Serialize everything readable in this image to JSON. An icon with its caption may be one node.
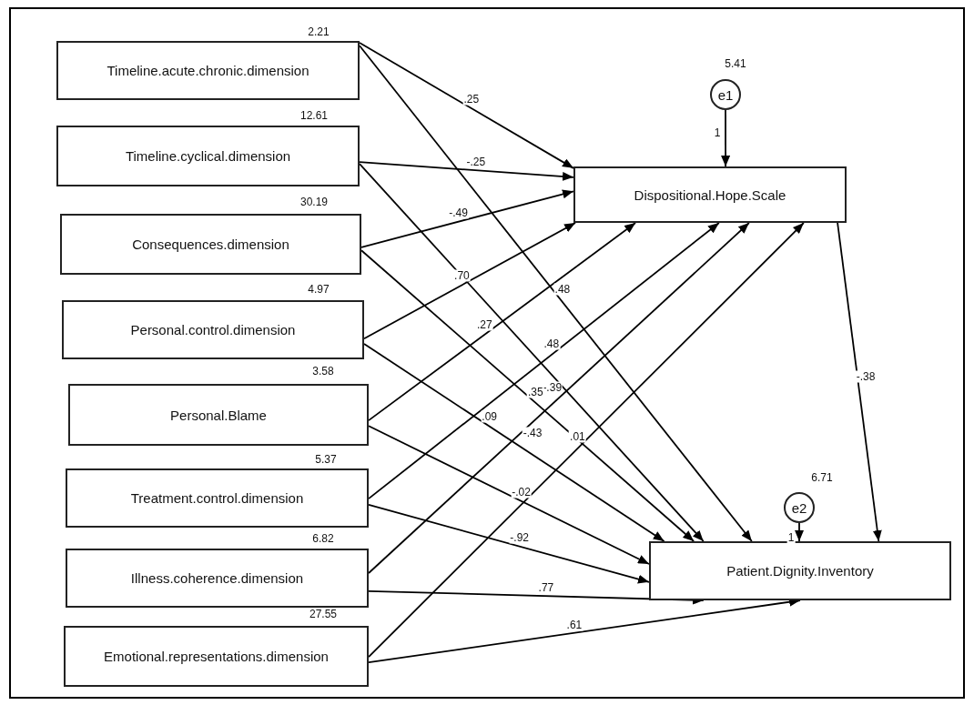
{
  "diagram": {
    "nodes": [
      {
        "text": [
          "Timeline.acute.chronic.dimension"
        ],
        "beside": [
          "2.21"
        ]
      },
      {
        "text": [
          "Timeline.cyclical.dimension"
        ],
        "beside": [
          "12.61"
        ]
      },
      {
        "text": [
          "Consequences.dimension"
        ],
        "beside": [
          "30.19"
        ]
      },
      {
        "text": [
          "Personal.control.dimension"
        ],
        "beside": [
          "4.97"
        ]
      },
      {
        "text": [
          "Personal.Blame"
        ],
        "beside": [
          "3.58"
        ]
      },
      {
        "text": [
          "Treatment.control.dimension"
        ],
        "beside": [
          "5.37"
        ]
      },
      {
        "text": [
          "Illness.coherence.dimension"
        ],
        "beside": [
          "6.82"
        ]
      },
      {
        "text": [
          "Emotional.representations.dimension"
        ],
        "beside": [
          "27.55"
        ]
      },
      {
        "text": [
          "Dispositional.Hope.Scale"
        ]
      },
      {
        "text": [
          "Patient.Dignity.Inventory"
        ]
      },
      {
        "text": [
          "e1"
        ],
        "beside": [
          "5.41"
        ]
      },
      {
        "text": [
          "e2"
        ],
        "beside": [
          "6.71"
        ]
      }
    ],
    "edges": [
      {
        "from": 0,
        "to": 8,
        "arrow": "to",
        "label": ".25"
      },
      {
        "from": 1,
        "to": 8,
        "arrow": "to",
        "label": "-.25"
      },
      {
        "from": 2,
        "to": 8,
        "arrow": "to",
        "label": "-.49"
      },
      {
        "from": 3,
        "to": 8,
        "arrow": "to",
        "label": ".70"
      },
      {
        "from": 4,
        "to": 8,
        "arrow": "to",
        "label": ".27"
      },
      {
        "from": 5,
        "to": 8,
        "arrow": "to",
        "label": ".48"
      },
      {
        "from": 6,
        "to": 8,
        "arrow": "to",
        "label": "-.43"
      },
      {
        "from": 7,
        "to": 8,
        "arrow": "to",
        "label": ".01"
      },
      {
        "from": 0,
        "to": 9,
        "arrow": "to",
        "label": ".48"
      },
      {
        "from": 1,
        "to": 9,
        "arrow": "to",
        "label": "-.39"
      },
      {
        "from": 2,
        "to": 9,
        "arrow": "to",
        "label": ".35"
      },
      {
        "from": 3,
        "to": 9,
        "arrow": "to",
        "label": ".09"
      },
      {
        "from": 4,
        "to": 9,
        "arrow": "to",
        "label": "-.02"
      },
      {
        "from": 5,
        "to": 9,
        "arrow": "to",
        "label": "-.92"
      },
      {
        "from": 6,
        "to": 9,
        "arrow": "to",
        "label": ".77"
      },
      {
        "from": 7,
        "to": 9,
        "arrow": "to",
        "label": ".61"
      },
      {
        "from": 8,
        "to": 9,
        "arrow": "to",
        "label": "-.38"
      },
      {
        "from": 10,
        "to": 8,
        "arrow": "to",
        "label": "1"
      },
      {
        "from": 11,
        "to": 9,
        "arrow": "to",
        "label": "1"
      }
    ]
  }
}
